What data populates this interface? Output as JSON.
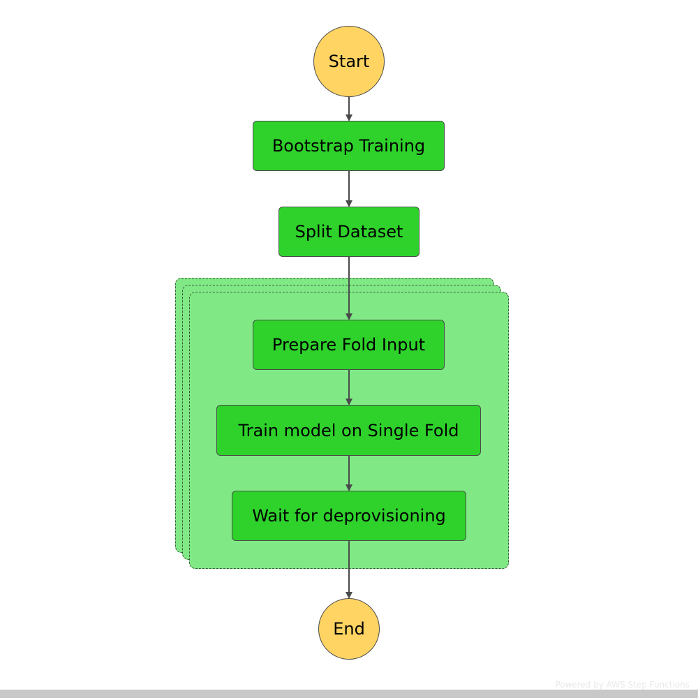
{
  "diagram": {
    "nodes": {
      "start": "Start",
      "bootstrap": "Bootstrap Training",
      "split": "Split Dataset",
      "prepare": "Prepare Fold Input",
      "train": "Train model on Single Fold",
      "wait": "Wait for deprovisioning",
      "end": "End"
    },
    "edges": [
      [
        "start",
        "bootstrap"
      ],
      [
        "bootstrap",
        "split"
      ],
      [
        "split",
        "prepare"
      ],
      [
        "prepare",
        "train"
      ],
      [
        "train",
        "wait"
      ],
      [
        "wait",
        "end"
      ]
    ]
  },
  "footer": {
    "watermark": "Powered by AWS Step Functions"
  },
  "colors": {
    "task_fill": "#2ed22b",
    "terminal_fill": "#ffd463",
    "map_fill": "#80e986",
    "stroke": "#4a4a4a"
  }
}
